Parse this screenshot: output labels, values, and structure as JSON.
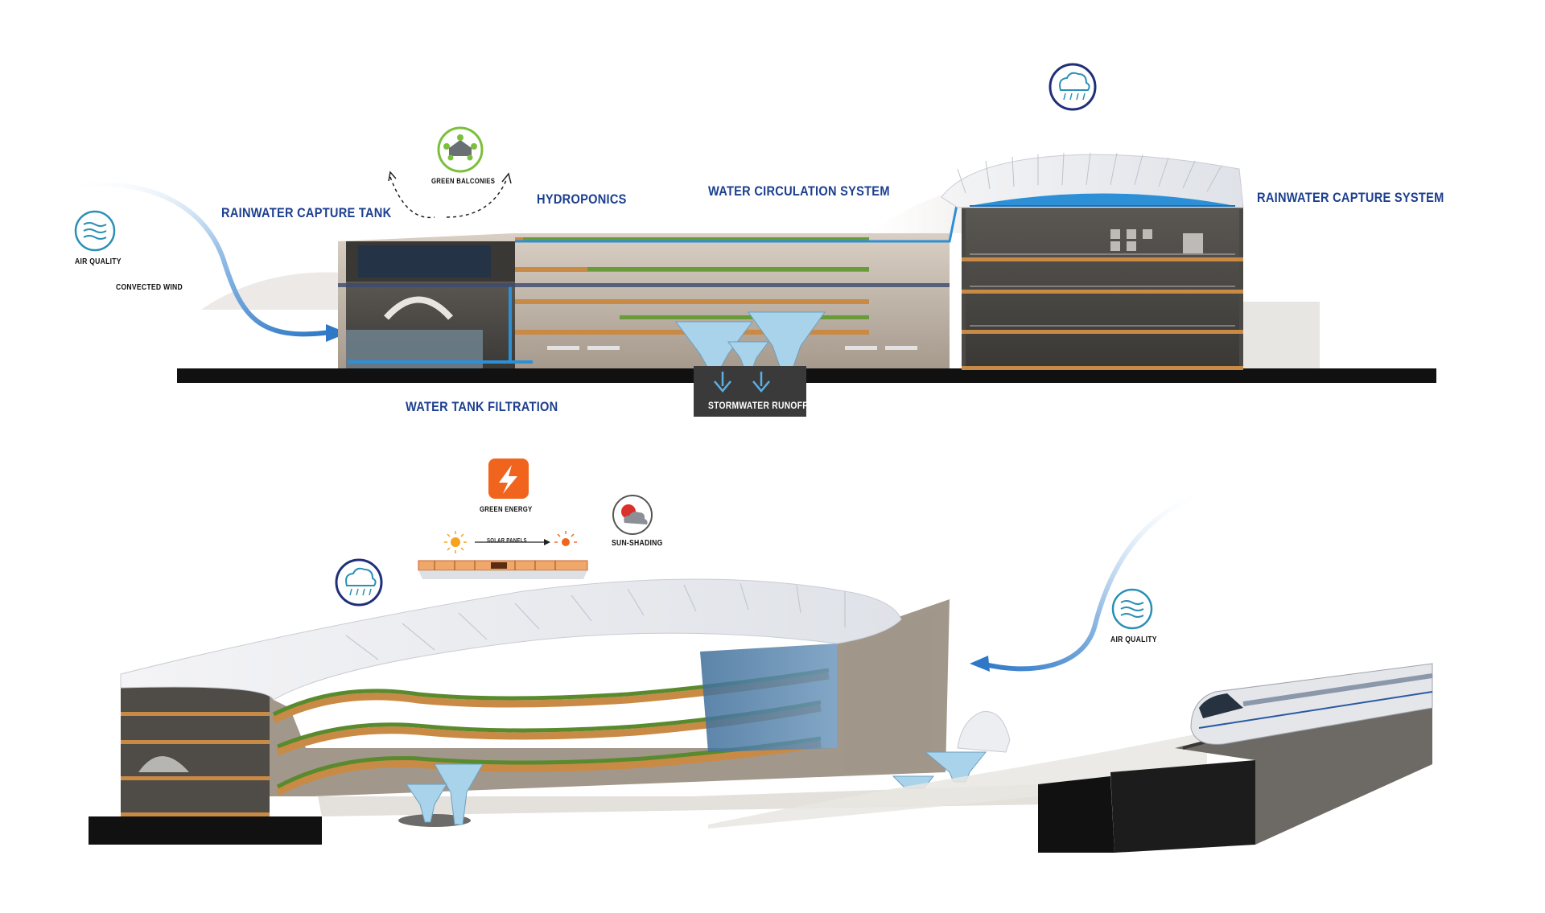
{
  "labels": {
    "rainwater_capture_tank": "RAINWATER CAPTURE TANK",
    "hydroponics": "HYDROPONICS",
    "water_circulation_system": "WATER CIRCULATION SYSTEM",
    "rainwater_capture_system": "RAINWATER CAPTURE SYSTEM",
    "green_balconies": "GREEN BALCONIES",
    "air_quality_left": "AIR QUALITY",
    "convected_wind": "CONVECTED WIND",
    "water_tank_filtration": "WATER TANK FILTRATION",
    "stormwater_runoff": "STORMWATER RUNOFF",
    "green_energy": "GREEN ENERGY",
    "solar_panels": "SOLAR PANELS",
    "sun_shading": "SUN-SHADING",
    "air_quality_right": "AIR QUALITY"
  },
  "icons": {
    "rain_top": "rain-cloud-icon",
    "rain_bottom": "rain-cloud-icon",
    "air_left": "wind-icon",
    "air_right": "wind-icon",
    "balconies": "green-house-icon",
    "energy": "lightning-icon",
    "shading": "sun-cloud-icon"
  },
  "colors": {
    "label_blue": "#1c3f8f",
    "water_blue": "#2d8fd6",
    "icon_navy": "#1f2f7a",
    "icon_teal": "#2a8fb5",
    "green": "#7bbf3a",
    "energy_orange": "#f0641e",
    "wood": "#c98a45",
    "ground": "#111111"
  }
}
